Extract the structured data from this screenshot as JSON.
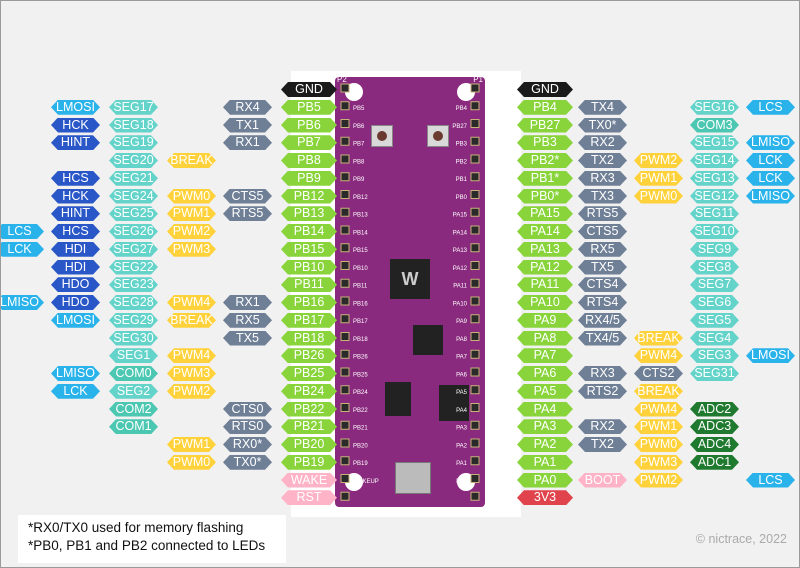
{
  "colors": {
    "gnd": "#1a1a1a",
    "pin_green": "#88d43a",
    "uart_gray": "#6f7f96",
    "pwm_yellow": "#ffd13a",
    "seg_teal": "#64d3c9",
    "com_teal": "#4cc7b2",
    "spi_blue": "#2a57c7",
    "lcd_sky": "#2ab3ea",
    "adc_green": "#1f7a2f",
    "power_red": "#e0434b",
    "pink": "#ffb3c7"
  },
  "board": {
    "header_left": "P2",
    "header_right": "P1",
    "chip_mark": "W",
    "left_silk": [
      "PB5",
      "PB6",
      "PB7",
      "PB8",
      "PB9",
      "PB12",
      "PB13",
      "PB14",
      "PB15",
      "PB10",
      "PB11",
      "PB16",
      "PB17",
      "PB18",
      "PB26",
      "PB25",
      "PB24",
      "PB22",
      "PB21",
      "PB20",
      "PB19",
      "WAKEUP"
    ],
    "right_silk": [
      "PB4",
      "PB27",
      "PB3",
      "PB2",
      "PB1",
      "PB0",
      "PA15",
      "PA14",
      "PA13",
      "PA12",
      "PA11",
      "PA10",
      "PA9",
      "PA8",
      "PA7",
      "PA6",
      "PA5",
      "PA4",
      "PA3",
      "PA2",
      "PA1",
      "PA0"
    ]
  },
  "left_pins": [
    {
      "pin": "GND",
      "kind": "gnd",
      "alt": []
    },
    {
      "pin": "PB5",
      "alt": [
        {
          "t": "RX4",
          "c": "uart_gray",
          "col": 4
        },
        {
          "t": "SEG17",
          "c": "seg_teal",
          "col": 1
        },
        {
          "t": "LMOSI",
          "c": "lcd_sky",
          "col": 0
        }
      ]
    },
    {
      "pin": "PB6",
      "alt": [
        {
          "t": "TX1",
          "c": "uart_gray",
          "col": 4
        },
        {
          "t": "SEG18",
          "c": "seg_teal",
          "col": 1
        },
        {
          "t": "HCK",
          "c": "spi_blue",
          "col": 0
        }
      ]
    },
    {
      "pin": "PB7",
      "alt": [
        {
          "t": "RX1",
          "c": "uart_gray",
          "col": 4
        },
        {
          "t": "SEG19",
          "c": "seg_teal",
          "col": 1
        },
        {
          "t": "HINT",
          "c": "spi_blue",
          "col": 0
        }
      ]
    },
    {
      "pin": "PB8",
      "alt": [
        {
          "t": "BREAK",
          "c": "pwm_yellow",
          "col": 2
        },
        {
          "t": "SEG20",
          "c": "seg_teal",
          "col": 1
        }
      ]
    },
    {
      "pin": "PB9",
      "alt": [
        {
          "t": "SEG21",
          "c": "seg_teal",
          "col": 1
        },
        {
          "t": "HCS",
          "c": "spi_blue",
          "col": 0
        }
      ]
    },
    {
      "pin": "PB12",
      "alt": [
        {
          "t": "CTS5",
          "c": "uart_gray",
          "col": 4
        },
        {
          "t": "PWM0",
          "c": "pwm_yellow",
          "col": 2
        },
        {
          "t": "SEG24",
          "c": "seg_teal",
          "col": 1
        },
        {
          "t": "HCK",
          "c": "spi_blue",
          "col": 0
        }
      ]
    },
    {
      "pin": "PB13",
      "alt": [
        {
          "t": "RTS5",
          "c": "uart_gray",
          "col": 4
        },
        {
          "t": "PWM1",
          "c": "pwm_yellow",
          "col": 2
        },
        {
          "t": "SEG25",
          "c": "seg_teal",
          "col": 1
        },
        {
          "t": "HINT",
          "c": "spi_blue",
          "col": 0
        }
      ]
    },
    {
      "pin": "PB14",
      "alt": [
        {
          "t": "PWM2",
          "c": "pwm_yellow",
          "col": 2
        },
        {
          "t": "SEG26",
          "c": "seg_teal",
          "col": 1
        },
        {
          "t": "HCS",
          "c": "spi_blue",
          "col": 0
        },
        {
          "t": "LCS",
          "c": "lcd_sky",
          "col": -1
        }
      ]
    },
    {
      "pin": "PB15",
      "alt": [
        {
          "t": "PWM3",
          "c": "pwm_yellow",
          "col": 2
        },
        {
          "t": "SEG27",
          "c": "seg_teal",
          "col": 1
        },
        {
          "t": "HDI",
          "c": "spi_blue",
          "col": 0
        },
        {
          "t": "LCK",
          "c": "lcd_sky",
          "col": -1
        }
      ]
    },
    {
      "pin": "PB10",
      "alt": [
        {
          "t": "SEG22",
          "c": "seg_teal",
          "col": 1
        },
        {
          "t": "HDI",
          "c": "spi_blue",
          "col": 0
        }
      ]
    },
    {
      "pin": "PB11",
      "alt": [
        {
          "t": "SEG23",
          "c": "seg_teal",
          "col": 1
        },
        {
          "t": "HDO",
          "c": "spi_blue",
          "col": 0
        }
      ]
    },
    {
      "pin": "PB16",
      "alt": [
        {
          "t": "RX1",
          "c": "uart_gray",
          "col": 4
        },
        {
          "t": "PWM4",
          "c": "pwm_yellow",
          "col": 2
        },
        {
          "t": "SEG28",
          "c": "seg_teal",
          "col": 1
        },
        {
          "t": "HDO",
          "c": "spi_blue",
          "col": 0
        },
        {
          "t": "LMISO",
          "c": "lcd_sky",
          "col": -1
        }
      ]
    },
    {
      "pin": "PB17",
      "alt": [
        {
          "t": "RX5",
          "c": "uart_gray",
          "col": 4
        },
        {
          "t": "BREAK",
          "c": "pwm_yellow",
          "col": 2
        },
        {
          "t": "SEG29",
          "c": "seg_teal",
          "col": 1
        },
        {
          "t": "LMOSI",
          "c": "lcd_sky",
          "col": 0
        }
      ]
    },
    {
      "pin": "PB18",
      "alt": [
        {
          "t": "TX5",
          "c": "uart_gray",
          "col": 4
        },
        {
          "t": "SEG30",
          "c": "seg_teal",
          "col": 1
        }
      ]
    },
    {
      "pin": "PB26",
      "alt": [
        {
          "t": "PWM4",
          "c": "pwm_yellow",
          "col": 2
        },
        {
          "t": "SEG1",
          "c": "seg_teal",
          "col": 1
        }
      ]
    },
    {
      "pin": "PB25",
      "alt": [
        {
          "t": "PWM3",
          "c": "pwm_yellow",
          "col": 2
        },
        {
          "t": "COM0",
          "c": "com_teal",
          "col": 1
        },
        {
          "t": "LMISO",
          "c": "lcd_sky",
          "col": 0
        }
      ]
    },
    {
      "pin": "PB24",
      "alt": [
        {
          "t": "PWM2",
          "c": "pwm_yellow",
          "col": 2
        },
        {
          "t": "SEG2",
          "c": "seg_teal",
          "col": 1
        },
        {
          "t": "LCK",
          "c": "lcd_sky",
          "col": 0
        }
      ]
    },
    {
      "pin": "PB22",
      "alt": [
        {
          "t": "CTS0",
          "c": "uart_gray",
          "col": 4
        },
        {
          "t": "COM2",
          "c": "com_teal",
          "col": 1
        }
      ]
    },
    {
      "pin": "PB21",
      "alt": [
        {
          "t": "RTS0",
          "c": "uart_gray",
          "col": 4
        },
        {
          "t": "COM1",
          "c": "com_teal",
          "col": 1
        }
      ]
    },
    {
      "pin": "PB20",
      "alt": [
        {
          "t": "RX0*",
          "c": "uart_gray",
          "col": 4
        },
        {
          "t": "PWM1",
          "c": "pwm_yellow",
          "col": 2
        }
      ]
    },
    {
      "pin": "PB19",
      "alt": [
        {
          "t": "TX0*",
          "c": "uart_gray",
          "col": 4
        },
        {
          "t": "PWM0",
          "c": "pwm_yellow",
          "col": 2
        }
      ]
    },
    {
      "pin": "WAKE",
      "kind": "pink",
      "alt": []
    },
    {
      "pin": "RST",
      "kind": "pink",
      "alt": []
    }
  ],
  "right_pins": [
    {
      "pin": "GND",
      "kind": "gnd",
      "alt": []
    },
    {
      "pin": "PB4",
      "alt": [
        {
          "t": "TX4",
          "c": "uart_gray",
          "col": 0
        },
        {
          "t": "SEG16",
          "c": "seg_teal",
          "col": 3
        },
        {
          "t": "LCS",
          "c": "lcd_sky",
          "col": 4
        }
      ]
    },
    {
      "pin": "PB27",
      "alt": [
        {
          "t": "TX0*",
          "c": "uart_gray",
          "col": 0
        },
        {
          "t": "COM3",
          "c": "com_teal",
          "col": 3
        }
      ]
    },
    {
      "pin": "PB3",
      "alt": [
        {
          "t": "RX2",
          "c": "uart_gray",
          "col": 0
        },
        {
          "t": "SEG15",
          "c": "seg_teal",
          "col": 3
        },
        {
          "t": "LMISO",
          "c": "lcd_sky",
          "col": 4
        }
      ]
    },
    {
      "pin": "PB2*",
      "alt": [
        {
          "t": "TX2",
          "c": "uart_gray",
          "col": 0
        },
        {
          "t": "PWM2",
          "c": "pwm_yellow",
          "col": 1
        },
        {
          "t": "SEG14",
          "c": "seg_teal",
          "col": 3
        },
        {
          "t": "LCK",
          "c": "lcd_sky",
          "col": 4
        }
      ]
    },
    {
      "pin": "PB1*",
      "alt": [
        {
          "t": "RX3",
          "c": "uart_gray",
          "col": 0
        },
        {
          "t": "PWM1",
          "c": "pwm_yellow",
          "col": 1
        },
        {
          "t": "SEG13",
          "c": "seg_teal",
          "col": 3
        },
        {
          "t": "LCK",
          "c": "lcd_sky",
          "col": 4
        }
      ]
    },
    {
      "pin": "PB0*",
      "alt": [
        {
          "t": "TX3",
          "c": "uart_gray",
          "col": 0
        },
        {
          "t": "PWM0",
          "c": "pwm_yellow",
          "col": 1
        },
        {
          "t": "SEG12",
          "c": "seg_teal",
          "col": 3
        },
        {
          "t": "LMISO",
          "c": "lcd_sky",
          "col": 4
        }
      ]
    },
    {
      "pin": "PA15",
      "alt": [
        {
          "t": "RTS5",
          "c": "uart_gray",
          "col": 0
        },
        {
          "t": "SEG11",
          "c": "seg_teal",
          "col": 3
        }
      ]
    },
    {
      "pin": "PA14",
      "alt": [
        {
          "t": "CTS5",
          "c": "uart_gray",
          "col": 0
        },
        {
          "t": "SEG10",
          "c": "seg_teal",
          "col": 3
        }
      ]
    },
    {
      "pin": "PA13",
      "alt": [
        {
          "t": "RX5",
          "c": "uart_gray",
          "col": 0
        },
        {
          "t": "SEG9",
          "c": "seg_teal",
          "col": 3
        }
      ]
    },
    {
      "pin": "PA12",
      "alt": [
        {
          "t": "TX5",
          "c": "uart_gray",
          "col": 0
        },
        {
          "t": "SEG8",
          "c": "seg_teal",
          "col": 3
        }
      ]
    },
    {
      "pin": "PA11",
      "alt": [
        {
          "t": "CTS4",
          "c": "uart_gray",
          "col": 0
        },
        {
          "t": "SEG7",
          "c": "seg_teal",
          "col": 3
        }
      ]
    },
    {
      "pin": "PA10",
      "alt": [
        {
          "t": "RTS4",
          "c": "uart_gray",
          "col": 0
        },
        {
          "t": "SEG6",
          "c": "seg_teal",
          "col": 3
        }
      ]
    },
    {
      "pin": "PA9",
      "alt": [
        {
          "t": "RX4/5",
          "c": "uart_gray",
          "col": 0
        },
        {
          "t": "SEG5",
          "c": "seg_teal",
          "col": 3
        }
      ]
    },
    {
      "pin": "PA8",
      "alt": [
        {
          "t": "TX4/5",
          "c": "uart_gray",
          "col": 0
        },
        {
          "t": "BREAK",
          "c": "pwm_yellow",
          "col": 1
        },
        {
          "t": "SEG4",
          "c": "seg_teal",
          "col": 3
        }
      ]
    },
    {
      "pin": "PA7",
      "alt": [
        {
          "t": "PWM4",
          "c": "pwm_yellow",
          "col": 1
        },
        {
          "t": "SEG3",
          "c": "seg_teal",
          "col": 3
        },
        {
          "t": "LMOSI",
          "c": "lcd_sky",
          "col": 4
        }
      ]
    },
    {
      "pin": "PA6",
      "alt": [
        {
          "t": "RX3",
          "c": "uart_gray",
          "col": 0
        },
        {
          "t": "CTS2",
          "c": "uart_gray",
          "col": 1
        },
        {
          "t": "SEG31",
          "c": "seg_teal",
          "col": 3
        }
      ]
    },
    {
      "pin": "PA5",
      "alt": [
        {
          "t": "RTS2",
          "c": "uart_gray",
          "col": 0
        },
        {
          "t": "BREAK",
          "c": "pwm_yellow",
          "col": 1
        }
      ]
    },
    {
      "pin": "PA4",
      "alt": [
        {
          "t": "PWM4",
          "c": "pwm_yellow",
          "col": 1
        },
        {
          "t": "ADC2",
          "c": "adc_green",
          "col": 2
        }
      ]
    },
    {
      "pin": "PA3",
      "alt": [
        {
          "t": "RX2",
          "c": "uart_gray",
          "col": 0
        },
        {
          "t": "PWM1",
          "c": "pwm_yellow",
          "col": 1
        },
        {
          "t": "ADC3",
          "c": "adc_green",
          "col": 2
        }
      ]
    },
    {
      "pin": "PA2",
      "alt": [
        {
          "t": "TX2",
          "c": "uart_gray",
          "col": 0
        },
        {
          "t": "PWM0",
          "c": "pwm_yellow",
          "col": 1
        },
        {
          "t": "ADC4",
          "c": "adc_green",
          "col": 2
        }
      ]
    },
    {
      "pin": "PA1",
      "alt": [
        {
          "t": "PWM3",
          "c": "pwm_yellow",
          "col": 1
        },
        {
          "t": "ADC1",
          "c": "adc_green",
          "col": 2
        }
      ]
    },
    {
      "pin": "PA0",
      "alt": [
        {
          "t": "BOOT",
          "c": "pink",
          "col": 0
        },
        {
          "t": "PWM2",
          "c": "pwm_yellow",
          "col": 1
        },
        {
          "t": "LCS",
          "c": "lcd_sky",
          "col": 4
        }
      ]
    },
    {
      "pin": "3V3",
      "kind": "power",
      "alt": []
    }
  ],
  "notes": {
    "line1": "*RX0/TX0 used for memory flashing",
    "line2": "*PB0, PB1 and PB2 connected to LEDs"
  },
  "credit": "© nictrace, 2022"
}
